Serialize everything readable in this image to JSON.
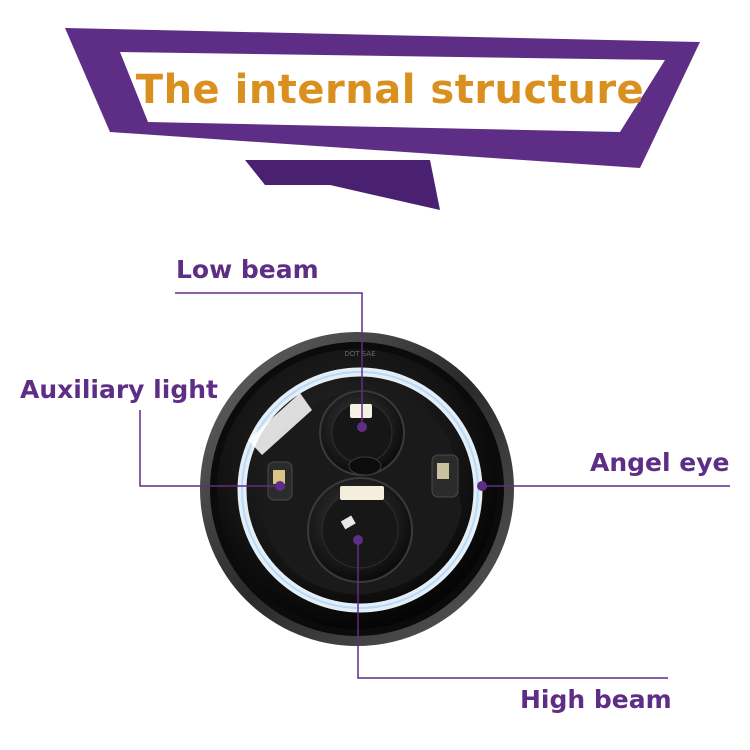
{
  "banner": {
    "title": "The internal structure",
    "colors": {
      "ribbon": "#5e2e86",
      "ribbon_dark": "#4a2170",
      "title_text": "#d9901e"
    }
  },
  "callouts": {
    "low_beam": "Low beam",
    "auxiliary_light": "Auxiliary light",
    "angel_eye": "Angel eye",
    "high_beam": "High beam",
    "label_color": "#5e2e86"
  }
}
